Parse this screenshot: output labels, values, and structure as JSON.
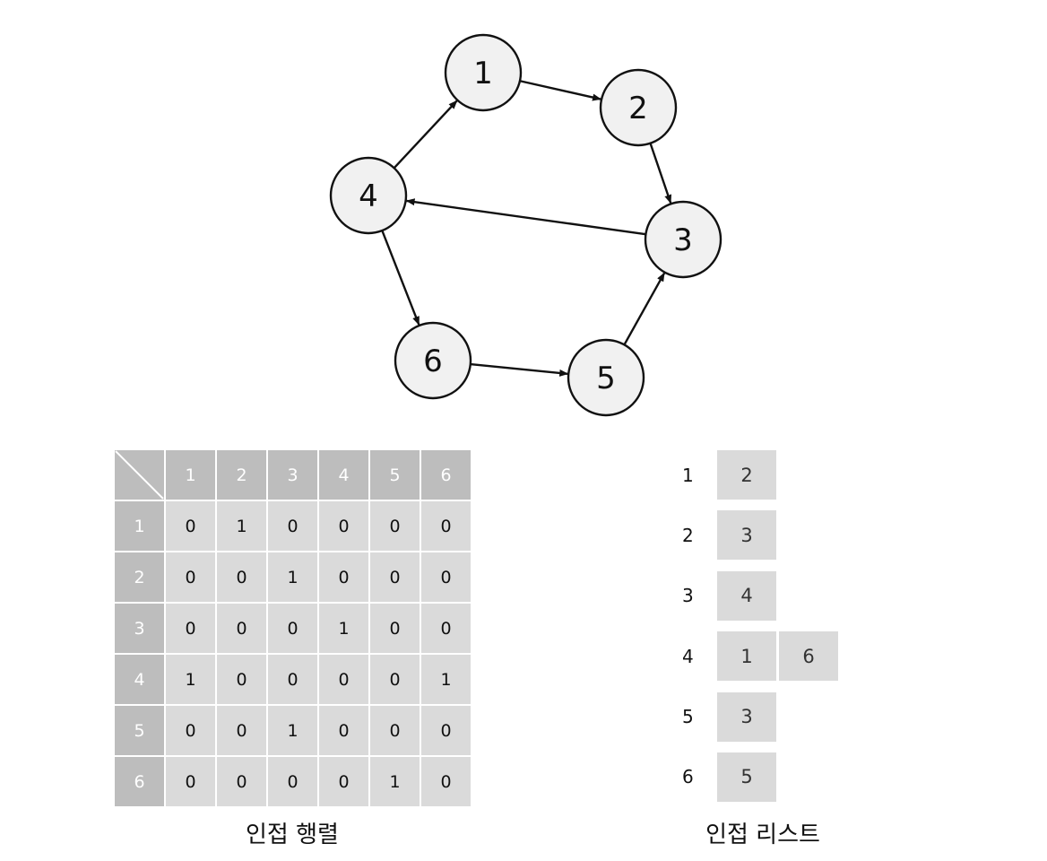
{
  "graph": {
    "nodes": [
      {
        "id": "1",
        "label": "1"
      },
      {
        "id": "2",
        "label": "2"
      },
      {
        "id": "3",
        "label": "3"
      },
      {
        "id": "4",
        "label": "4"
      },
      {
        "id": "5",
        "label": "5"
      },
      {
        "id": "6",
        "label": "6"
      }
    ],
    "edges": [
      {
        "from": "1",
        "to": "2"
      },
      {
        "from": "2",
        "to": "3"
      },
      {
        "from": "3",
        "to": "4"
      },
      {
        "from": "4",
        "to": "1"
      },
      {
        "from": "4",
        "to": "6"
      },
      {
        "from": "6",
        "to": "5"
      },
      {
        "from": "5",
        "to": "3"
      }
    ]
  },
  "matrix": {
    "col_headers": [
      "1",
      "2",
      "3",
      "4",
      "5",
      "6"
    ],
    "rows": [
      {
        "label": "1",
        "values": [
          "0",
          "1",
          "0",
          "0",
          "0",
          "0"
        ]
      },
      {
        "label": "2",
        "values": [
          "0",
          "0",
          "1",
          "0",
          "0",
          "0"
        ]
      },
      {
        "label": "3",
        "values": [
          "0",
          "0",
          "0",
          "1",
          "0",
          "0"
        ]
      },
      {
        "label": "4",
        "values": [
          "1",
          "0",
          "0",
          "0",
          "0",
          "1"
        ]
      },
      {
        "label": "5",
        "values": [
          "0",
          "0",
          "1",
          "0",
          "0",
          "0"
        ]
      },
      {
        "label": "6",
        "values": [
          "0",
          "0",
          "0",
          "0",
          "1",
          "0"
        ]
      }
    ],
    "caption": "인접 행렬"
  },
  "adjacency_list": {
    "rows": [
      {
        "key": "1",
        "items": [
          "2"
        ]
      },
      {
        "key": "2",
        "items": [
          "3"
        ]
      },
      {
        "key": "3",
        "items": [
          "4"
        ]
      },
      {
        "key": "4",
        "items": [
          "1",
          "6"
        ]
      },
      {
        "key": "5",
        "items": [
          "3"
        ]
      },
      {
        "key": "6",
        "items": [
          "5"
        ]
      }
    ],
    "caption": "인접 리스트"
  }
}
